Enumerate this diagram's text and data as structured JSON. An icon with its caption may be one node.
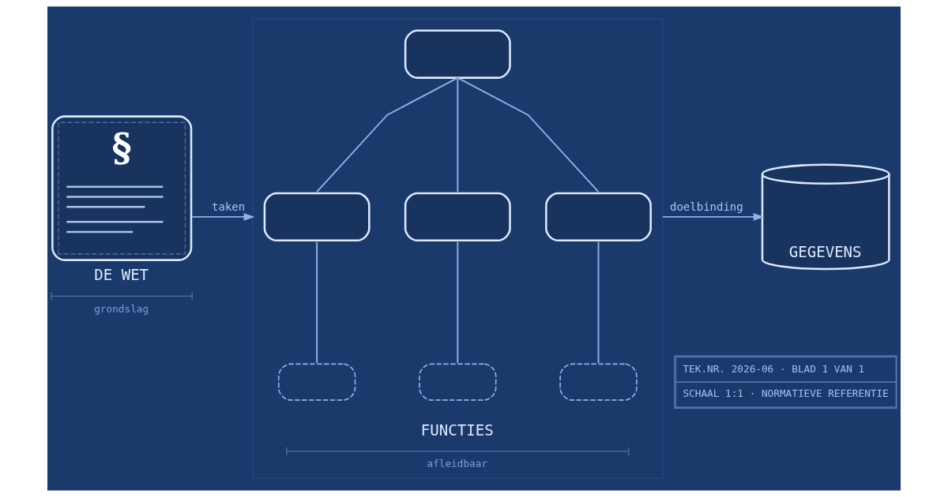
{
  "diagram": {
    "nodes": [
      {
        "text": [
          "§",
          "DE WET"
        ],
        "beside": [
          "grondslag"
        ]
      },
      {
        "text": [
          "FUNCTIES"
        ],
        "beside": [
          "afleidbaar"
        ]
      },
      {
        "text": [],
        "shape": "box",
        "in": 1
      },
      {
        "text": [],
        "shape": "box",
        "in": 1
      },
      {
        "text": [],
        "shape": "box",
        "in": 1
      },
      {
        "text": [],
        "shape": "box",
        "in": 1
      },
      {
        "text": [],
        "shape": "box",
        "in": 1
      },
      {
        "text": [],
        "shape": "box",
        "in": 1
      },
      {
        "text": [],
        "shape": "box",
        "in": 1
      },
      {
        "text": [
          "GEGEVENS"
        ]
      }
    ],
    "edges": [
      {
        "from": 0,
        "to": 1,
        "arrow": "to",
        "label": "taken"
      },
      {
        "from": 2,
        "to": 3,
        "arrow": "none"
      },
      {
        "from": 2,
        "to": 4,
        "arrow": "none"
      },
      {
        "from": 2,
        "to": 5,
        "arrow": "none"
      },
      {
        "from": 3,
        "to": 6,
        "arrow": "none"
      },
      {
        "from": 4,
        "to": 7,
        "arrow": "none"
      },
      {
        "from": 5,
        "to": 8,
        "arrow": "none"
      },
      {
        "from": 1,
        "to": 9,
        "arrow": "to",
        "label": "doelbinding"
      }
    ],
    "labels": [
      "TEK.NR. 2026-06 · BLAD 1 VAN 1",
      "SCHAAL 1:1 · NORMATIEVE REFERENTIE"
    ]
  }
}
